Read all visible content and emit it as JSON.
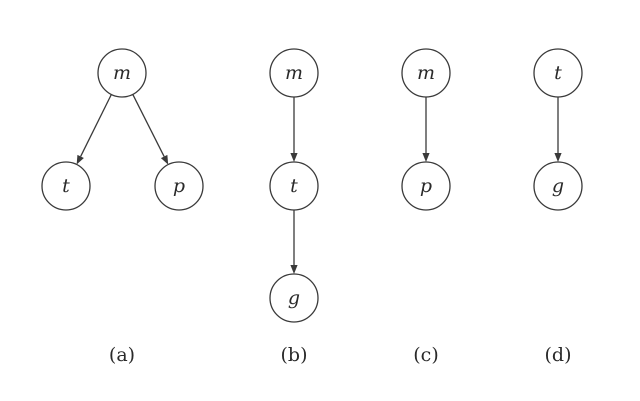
{
  "colors": {
    "stroke": "#3a3a3a",
    "text": "#2a2a2a",
    "background": "#ffffff"
  },
  "diagrams": [
    {
      "caption": "(a)",
      "nodes": [
        {
          "id": "m",
          "label": "m"
        },
        {
          "id": "t",
          "label": "t"
        },
        {
          "id": "p",
          "label": "p"
        }
      ],
      "edges": [
        {
          "from": "m",
          "to": "t"
        },
        {
          "from": "m",
          "to": "p"
        }
      ]
    },
    {
      "caption": "(b)",
      "nodes": [
        {
          "id": "m",
          "label": "m"
        },
        {
          "id": "t",
          "label": "t"
        },
        {
          "id": "g",
          "label": "g"
        }
      ],
      "edges": [
        {
          "from": "m",
          "to": "t"
        },
        {
          "from": "t",
          "to": "g"
        }
      ]
    },
    {
      "caption": "(c)",
      "nodes": [
        {
          "id": "m",
          "label": "m"
        },
        {
          "id": "p",
          "label": "p"
        }
      ],
      "edges": [
        {
          "from": "m",
          "to": "p"
        }
      ]
    },
    {
      "caption": "(d)",
      "nodes": [
        {
          "id": "t",
          "label": "t"
        },
        {
          "id": "g",
          "label": "g"
        }
      ],
      "edges": [
        {
          "from": "t",
          "to": "g"
        }
      ]
    }
  ]
}
